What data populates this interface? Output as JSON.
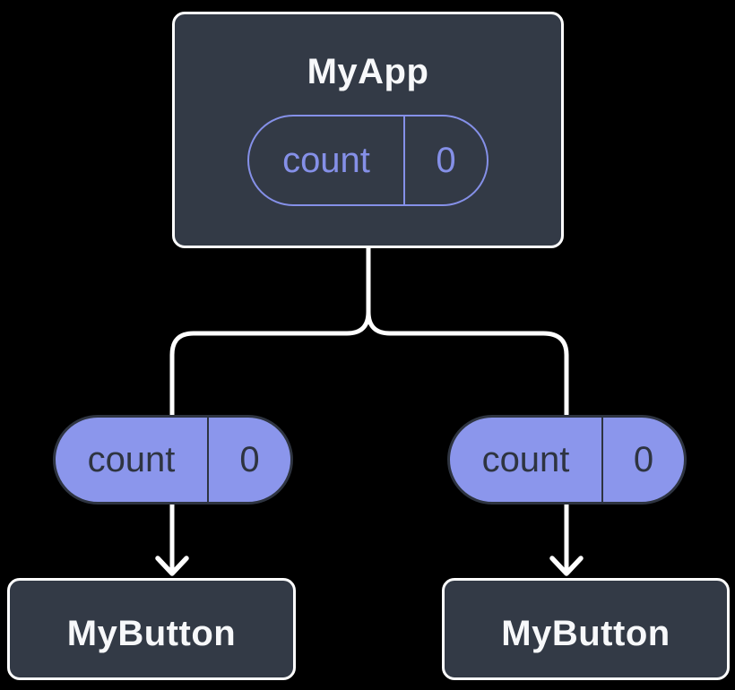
{
  "diagram": {
    "description": "Component tree with state passed down as props",
    "colors": {
      "background": "#000000",
      "node_fill": "#333a46",
      "node_border": "#ffffff",
      "pill_fill_purple": "#8b96ec",
      "pill_outline_purple": "#8590e8",
      "pill_dark_text": "#2e3440",
      "connector_line": "#ffffff"
    },
    "nodes": {
      "app": {
        "title": "MyApp",
        "state": {
          "key": "count",
          "value": "0"
        }
      },
      "left_button": {
        "title": "MyButton",
        "prop": {
          "key": "count",
          "value": "0"
        }
      },
      "right_button": {
        "title": "MyButton",
        "prop": {
          "key": "count",
          "value": "0"
        }
      }
    }
  }
}
